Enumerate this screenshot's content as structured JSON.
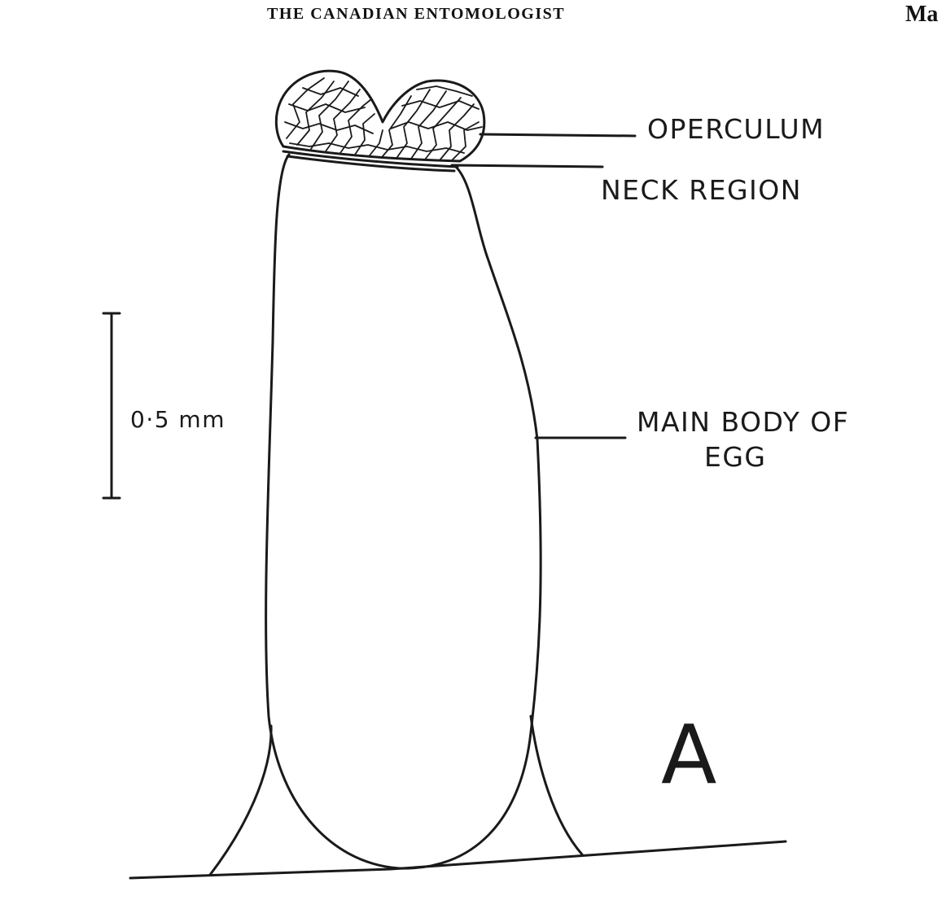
{
  "header": {
    "journal_title": "THE CANADIAN ENTOMOLOGIST",
    "page_fragment": "Ma"
  },
  "figure": {
    "panel_letter": "A",
    "scale_bar_label": "0·5 mm",
    "labels": {
      "operculum": "OPERCULUM",
      "neck_region": "NECK REGION",
      "main_body_line1": "MAIN BODY OF",
      "main_body_line2": "EGG"
    }
  }
}
